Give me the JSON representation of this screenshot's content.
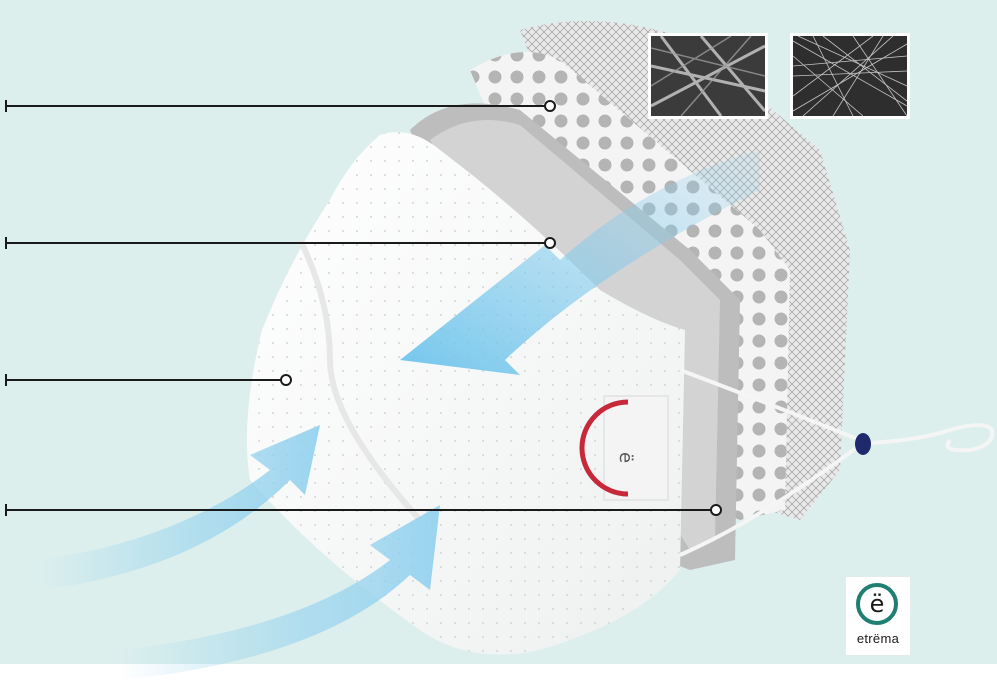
{
  "brand": {
    "logo_glyph": "ë",
    "logo_word": "etrëma",
    "accent_color": "#1f7f73"
  },
  "background_color": "#dcefed",
  "callouts": [
    {
      "label": ""
    },
    {
      "label": ""
    },
    {
      "label": ""
    },
    {
      "label": ""
    }
  ],
  "microscope_thumbnails": [
    {
      "name": "coarse-fiber-micrograph"
    },
    {
      "name": "fine-fiber-micrograph"
    }
  ],
  "airflow_arrow_color": "#8fd0ee",
  "icons": [
    "airflow-arrow-icon",
    "ear-loop-icon",
    "logo-icon"
  ]
}
